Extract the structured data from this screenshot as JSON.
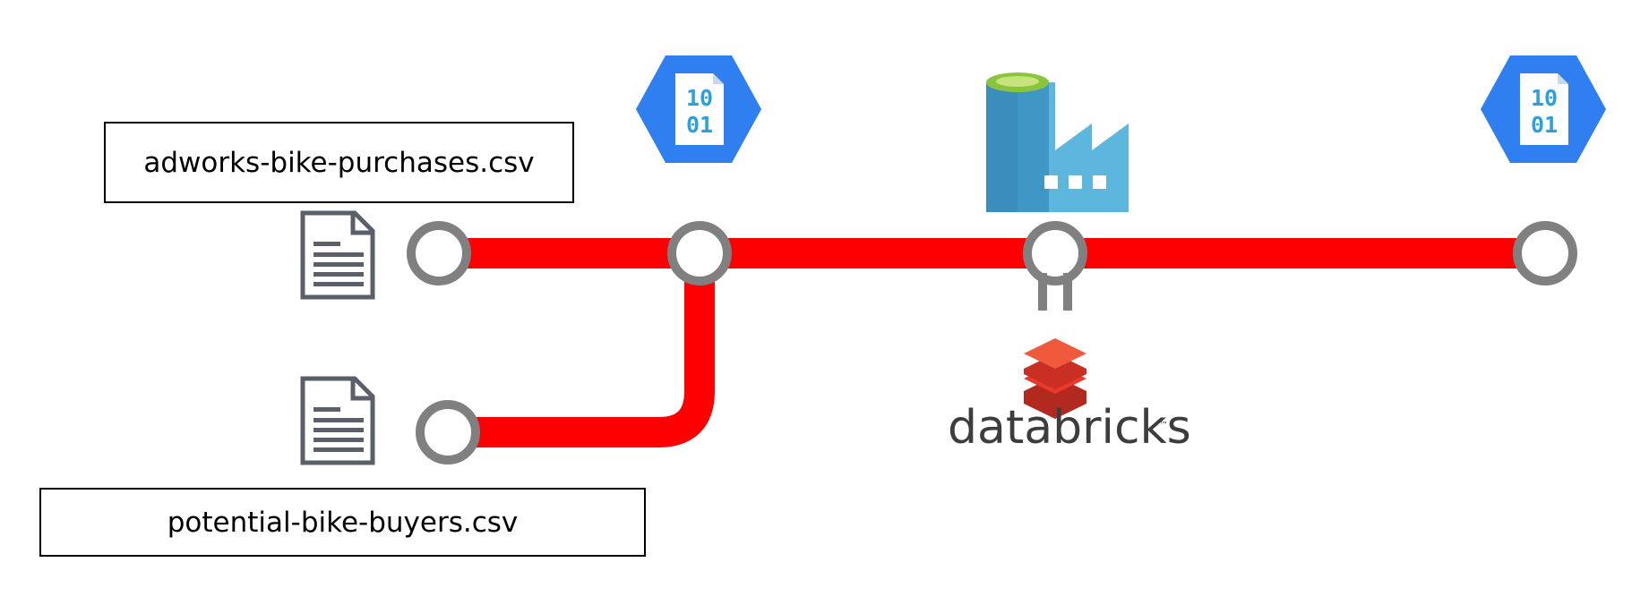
{
  "labels": {
    "file_1": "adworks-bike-purchases.csv",
    "file_2": "potential-bike-buyers.csv"
  },
  "icons": {
    "blob_storage_top": "10",
    "blob_storage_bottom": "01",
    "databricks_wordmark": "databricks",
    "databricks_trademark": "™"
  },
  "colors": {
    "pipeline_line": "#ff0000",
    "station_ring": "#808080",
    "document_icon": "#5a5f69",
    "storage_hex": "#2f7ff0",
    "storage_bits": "#2b9fe0",
    "factory_dark": "#3f97c6",
    "factory_light": "#5cb6dd",
    "factory_top": "#8ac43f",
    "databricks_red": "#e8392b",
    "databricks_text": "#3d3d3d"
  }
}
